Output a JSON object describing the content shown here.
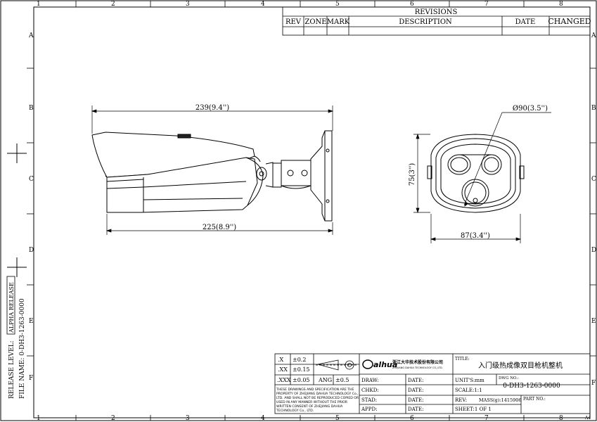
{
  "grid": {
    "columns": [
      "1",
      "2",
      "3",
      "4",
      "5",
      "6",
      "7",
      "8"
    ],
    "rows": [
      "A",
      "B",
      "C",
      "D",
      "E",
      "F"
    ],
    "sheet_size": "A4"
  },
  "revisions": {
    "title": "REVISIONS",
    "headers": {
      "rev": "REV",
      "zone": "ZONE",
      "mark": "MARK",
      "description": "DESCRIPTION",
      "date": "DATE",
      "changed": "CHANGED"
    }
  },
  "side_view": {
    "overall_length": "239(9.4'')",
    "body_length": "225(8.9'')"
  },
  "front_view": {
    "diameter": "Ø90(3.5'')",
    "height": "75(3'')",
    "width": "87(3.4'')"
  },
  "left_margin": {
    "release_level": "RELEASE LEVEL:",
    "release_value": "ALPHA RELEASE",
    "file_name": "FILE NAME: 0-DH3-1263-0000"
  },
  "title_block": {
    "tol_x": ".X",
    "tol_x_val": "±0.2",
    "tol_xx": ".XX",
    "tol_xx_val": "±0.15",
    "tol_xxx": ".XXX",
    "tol_xxx_val": "±0.05",
    "ang": "ANG",
    "ang_val": "±0.5",
    "logo": "alhua",
    "company": "浙江大华技术股份有限公司",
    "company_en": "ZHEJIANG DAHUA TECHNOLOGY CO.,LTD.",
    "notice_lines": [
      "THESE DRAWINGS AND SPECIFICATION ARE THE",
      "PROPERTY OF ZHEJIANG DAHUA TECHNOLOGY Co.,",
      "LTD. AND SHALL NOT BE REPRODUCED COPIED OR",
      "USED IN ANY MANNER WITHOUT THE PRIOR",
      "WRITTEN CONSENT OF ZHEJIANG DAHUA",
      "TECHNOLOGY Co., LTD."
    ],
    "drawn": "DRAW:",
    "chkd": "CHKD:",
    "stad": "STAD:",
    "appd": "APPD:",
    "date": "DATE:",
    "title_label": "TITLE:",
    "title_value": "入门级热成像双目枪机整机",
    "units": "UNIT'S:mm",
    "dwg_no_label": "DWG NO.:",
    "dwg_no": "0-DH3-1263-0000",
    "scale": "SCALE:1:1",
    "rev": "REV:",
    "mass": "MASS(g):1415906",
    "part_no": "PART NO.:",
    "sheet": "SHEET:1 OF 1"
  }
}
